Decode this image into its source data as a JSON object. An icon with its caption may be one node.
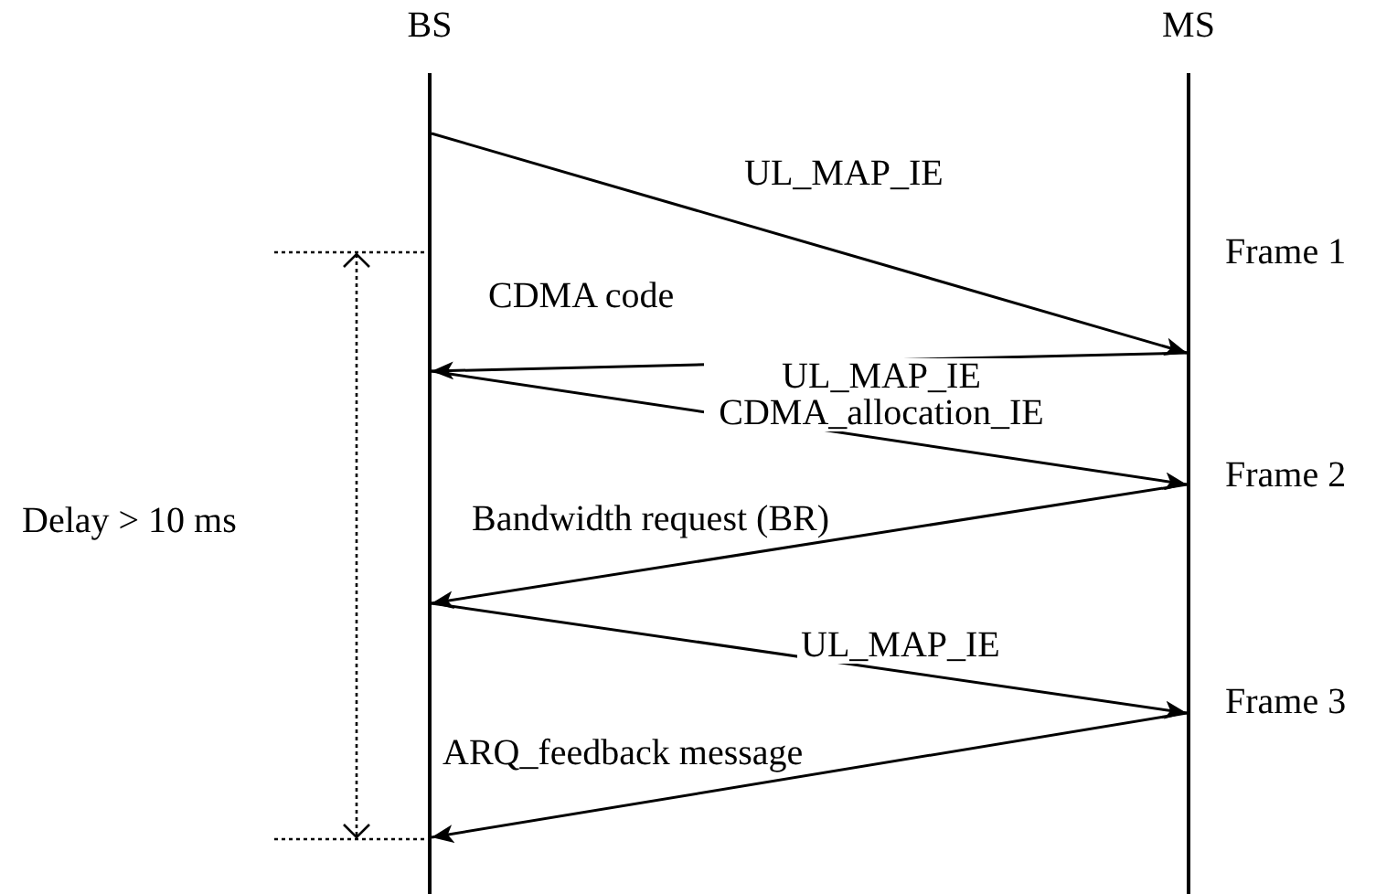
{
  "diagram": {
    "nodes": [
      {
        "text": [
          "BS"
        ]
      },
      {
        "text": [
          "MS"
        ]
      }
    ],
    "edges": [
      {
        "from": 0,
        "to": 1,
        "arrow": "to",
        "label": "UL_MAP_IE"
      },
      {
        "from": 1,
        "to": 0,
        "arrow": "to",
        "label": "CDMA code"
      },
      {
        "from": 0,
        "to": 1,
        "arrow": "to",
        "label": "UL_MAP_IE CDMA_allocation_IE"
      },
      {
        "from": 1,
        "to": 0,
        "arrow": "to",
        "label": "Bandwidth request (BR)"
      },
      {
        "from": 0,
        "to": 1,
        "arrow": "to",
        "label": "UL_MAP_IE"
      },
      {
        "from": 1,
        "to": 0,
        "arrow": "to",
        "label": "ARQ_feedback message"
      }
    ],
    "labels": [
      "Frame 1",
      "Delay > 10 ms",
      "Frame 2",
      "Frame 3"
    ]
  }
}
